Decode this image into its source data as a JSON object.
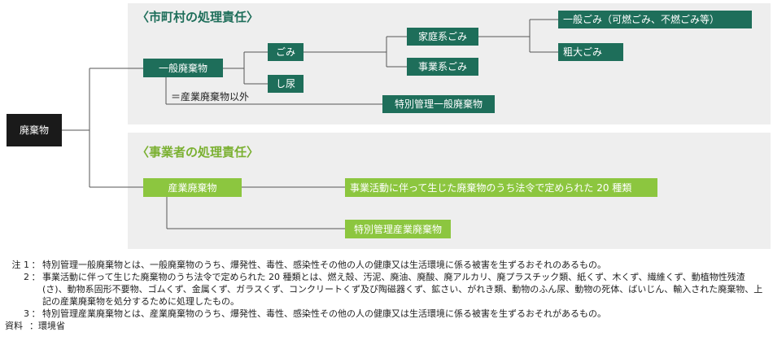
{
  "root": "廃棄物",
  "sections": {
    "municipal": {
      "heading": "〈市町村の処理責任〉",
      "general_waste": "一般廃棄物",
      "gomi": "ごみ",
      "shinyo": "し尿",
      "household": "家庭系ごみ",
      "business": "事業系ごみ",
      "burnable": "一般ごみ（可燃ごみ、不燃ごみ等）",
      "bulky": "粗大ごみ",
      "equals_label": "＝産業廃棄物以外",
      "special_general": "特別管理一般廃棄物"
    },
    "business": {
      "heading": "〈事業者の処理責任〉",
      "industrial": "産業廃棄物",
      "twenty_types": "事業活動に伴って生じた廃棄物のうち法令で定められた 20 種類",
      "special_industrial": "特別管理産業廃棄物"
    }
  },
  "notes": [
    {
      "key": "注 1",
      "text": "特別管理一般廃棄物とは、一般廃棄物のうち、爆発性、毒性、感染性その他の人の健康又は生活環境に係る被害を生ずるおそれのあるもの。"
    },
    {
      "key": "2",
      "text": "事業活動に伴って生じた廃棄物のうち法令で定められた 20 種類とは、燃え殻、汚泥、廃油、廃酸、廃アルカリ、廃プラスチック類、紙くず、木くず、繊維くず、動植物性残渣(さ)、動物系固形不要物、ゴムくず、金属くず、ガラスくず、コンクリートくず及び陶磁器くず、鉱さい、がれき類、動物のふん尿、動物の死体、ばいじん、輸入された廃棄物、上記の産業廃棄物を処分するために処理したもの。"
    },
    {
      "key": "3",
      "text": "特別管理産業廃棄物とは、産業廃棄物のうち、爆発性、毒性、感染性その他の人の健康又は生活環境に係る被害を生ずるおそれがあるもの。"
    }
  ],
  "source": {
    "key": "資料",
    "text": "環境省"
  },
  "colors": {
    "dark_green": "#1e6e5a",
    "light_green": "#8cc63f",
    "root_black": "#1a1a1a",
    "panel_gray": "#eeeeee"
  }
}
